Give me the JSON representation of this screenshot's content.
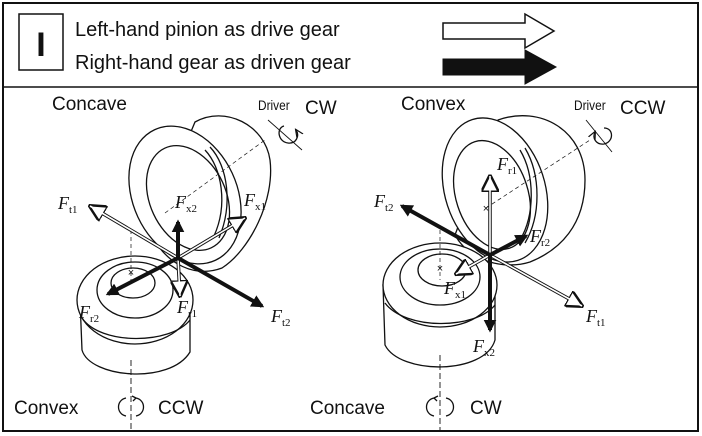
{
  "legend": {
    "badge": "I",
    "line1": "Left-hand pinion as drive gear",
    "line2": "Right-hand gear as driven gear"
  },
  "left_panel": {
    "top_surface": "Concave",
    "bottom_surface": "Convex",
    "driver_label": "Driver",
    "driver_rotation": "CW",
    "driven_rotation": "CCW",
    "forces": {
      "ft1": {
        "main": "F",
        "sub": "t1"
      },
      "fx2": {
        "main": "F",
        "sub": "x2"
      },
      "fx1": {
        "main": "F",
        "sub": "x1"
      },
      "fr2": {
        "main": "F",
        "sub": "r2"
      },
      "fr1": {
        "main": "F",
        "sub": "r1"
      },
      "ft2": {
        "main": "F",
        "sub": "t2"
      }
    }
  },
  "right_panel": {
    "top_surface": "Convex",
    "bottom_surface": "Concave",
    "driver_label": "Driver",
    "driver_rotation": "CCW",
    "driven_rotation": "CW",
    "forces": {
      "fr1": {
        "main": "F",
        "sub": "r1"
      },
      "ft2": {
        "main": "F",
        "sub": "t2"
      },
      "fr2": {
        "main": "F",
        "sub": "r2"
      },
      "fx1": {
        "main": "F",
        "sub": "x1"
      },
      "ft1": {
        "main": "F",
        "sub": "t1"
      },
      "fx2": {
        "main": "F",
        "sub": "x2"
      }
    }
  },
  "colors": {
    "ink": "#111111",
    "paper": "#ffffff"
  },
  "arrow_styles": {
    "pinion_force": "hollow-arrow",
    "gear_force": "solid-bold-arrow"
  }
}
